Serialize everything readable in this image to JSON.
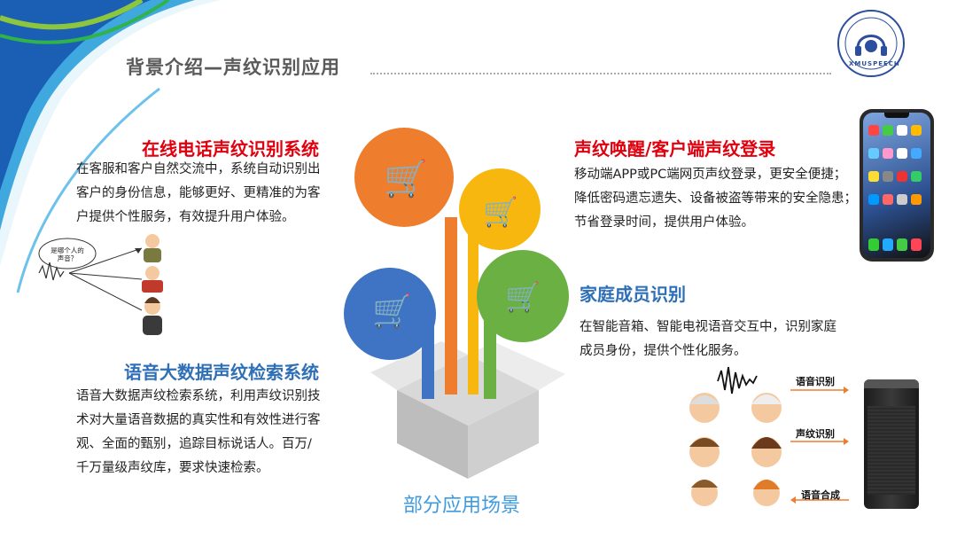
{
  "header": {
    "title": "背景介绍—声纹识别应用",
    "logo_text": "XMUSPEECH"
  },
  "sections": {
    "phone_system": {
      "title": "在线电话声纹识别系统",
      "lines": [
        "在客服和客户自然交流中，系统自动识别出",
        "客户的身份信息，能够更好、更精准的为客",
        "户提供个性服务，有效提升用户体验。"
      ],
      "bubble": [
        "是哪个人的",
        "声音？"
      ]
    },
    "voice_wake": {
      "title": "声纹唤醒/客户端声纹登录",
      "lines": [
        "移动端APP或PC端网页声纹登录，更安全便捷；",
        "降低密码遗忘遗失、设备被盗等带来的安全隐患；",
        "节省登录时间，提供用户体验。"
      ]
    },
    "family": {
      "title": "家庭成员识别",
      "lines": [
        "在智能音箱、智能电视语音交互中，识别家庭",
        "成员身份，提供个性化服务。"
      ]
    },
    "bigdata": {
      "title": "语音大数据声纹检索系统",
      "lines": [
        "语音大数据声纹检索系统，利用声纹识别技",
        "术对大量语音数据的真实性和有效性进行客",
        "观、全面的甄别，追踪目标说话人。百万/",
        "千万量级声纹库，要求快速检索。"
      ]
    }
  },
  "speaker_labels": [
    "语音识别",
    "声纹识别",
    "语音合成"
  ],
  "center_caption": "部分应用场景",
  "colors": {
    "orange": "#ee7d2e",
    "yellow": "#f7b70e",
    "green": "#6ab043",
    "blue": "#3f73c4",
    "red_title": "#e0000e",
    "blue_title": "#2f6fb6"
  }
}
